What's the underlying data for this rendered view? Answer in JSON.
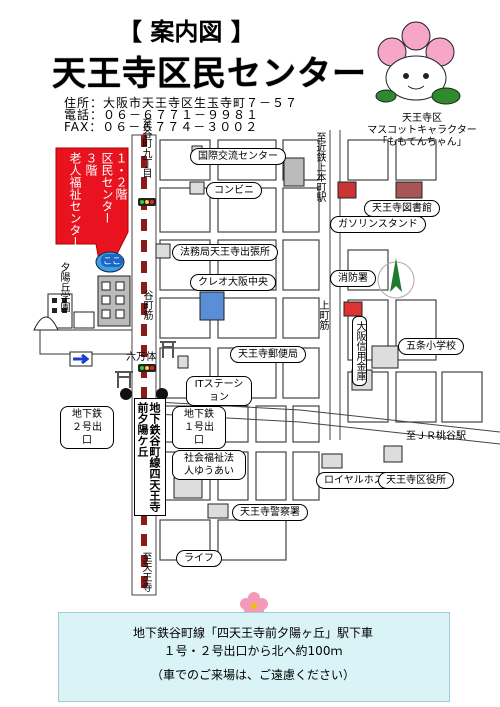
{
  "header": {
    "title": "【 案内図 】",
    "main_title": "天王寺区民センター",
    "address": "住所：大阪市天王寺区生玉寺町７－５７",
    "tel": "電話：０６－６７７１－９９８１",
    "fax": "FAX：０６－６７７４－３００２"
  },
  "mascot": {
    "ward": "天王寺区",
    "caption": "マスコットキャラクター",
    "name": "「ももてんちゃん」"
  },
  "callout": {
    "col1": "１・２階",
    "col2": "区民センター",
    "col3": "３階",
    "col4": "老人福祉センター",
    "badge": "ここ"
  },
  "roads": {
    "tanimachi_kita": "至谷町九丁目",
    "kintetsu": "至近鉄上本町駅",
    "tanimachisuji": "谷町筋",
    "uemachisuji": "上町筋",
    "tennoji_south": "至天王寺",
    "jr": "至ＪＲ桃谷駅",
    "rokumantai": "六万体",
    "yuhigaoka_school": "夕陽丘学園"
  },
  "places": {
    "kokusai": "国際交流センター",
    "conbini": "コンビニ",
    "gas": "ガソリンスタンド",
    "library": "天王寺図書館",
    "hoseikyoku": "法務局天王寺出張所",
    "creo": "クレオ大阪中央",
    "fire": "消防署",
    "post": "天王寺郵便局",
    "shinkin": "大阪信用金庫",
    "school": "五条小学校",
    "it": "ITステーション",
    "exit2": "地下鉄２号出口",
    "exit1": "地下鉄１号出口",
    "yuai": "社会福祉法人ゆうあい",
    "royal": "ロイヤルホスト",
    "ward_office": "天王寺区役所",
    "police": "天王寺警察署",
    "life": "ライフ",
    "station": "地下鉄谷町線四天王寺前夕陽ケ丘"
  },
  "footer": {
    "line1": "地下鉄谷町線「四天王寺前夕陽ヶ丘」駅下車",
    "line2": "１号・２号出口から北へ約100ｍ",
    "line3": "（車でのご来場は、ご遠慮ください）"
  },
  "colors": {
    "callout_red": "#e8131f",
    "track_dark": "#8b1b1b",
    "footer_bg": "#d9f3f6",
    "blue_arrow": "#1a3fd0"
  }
}
